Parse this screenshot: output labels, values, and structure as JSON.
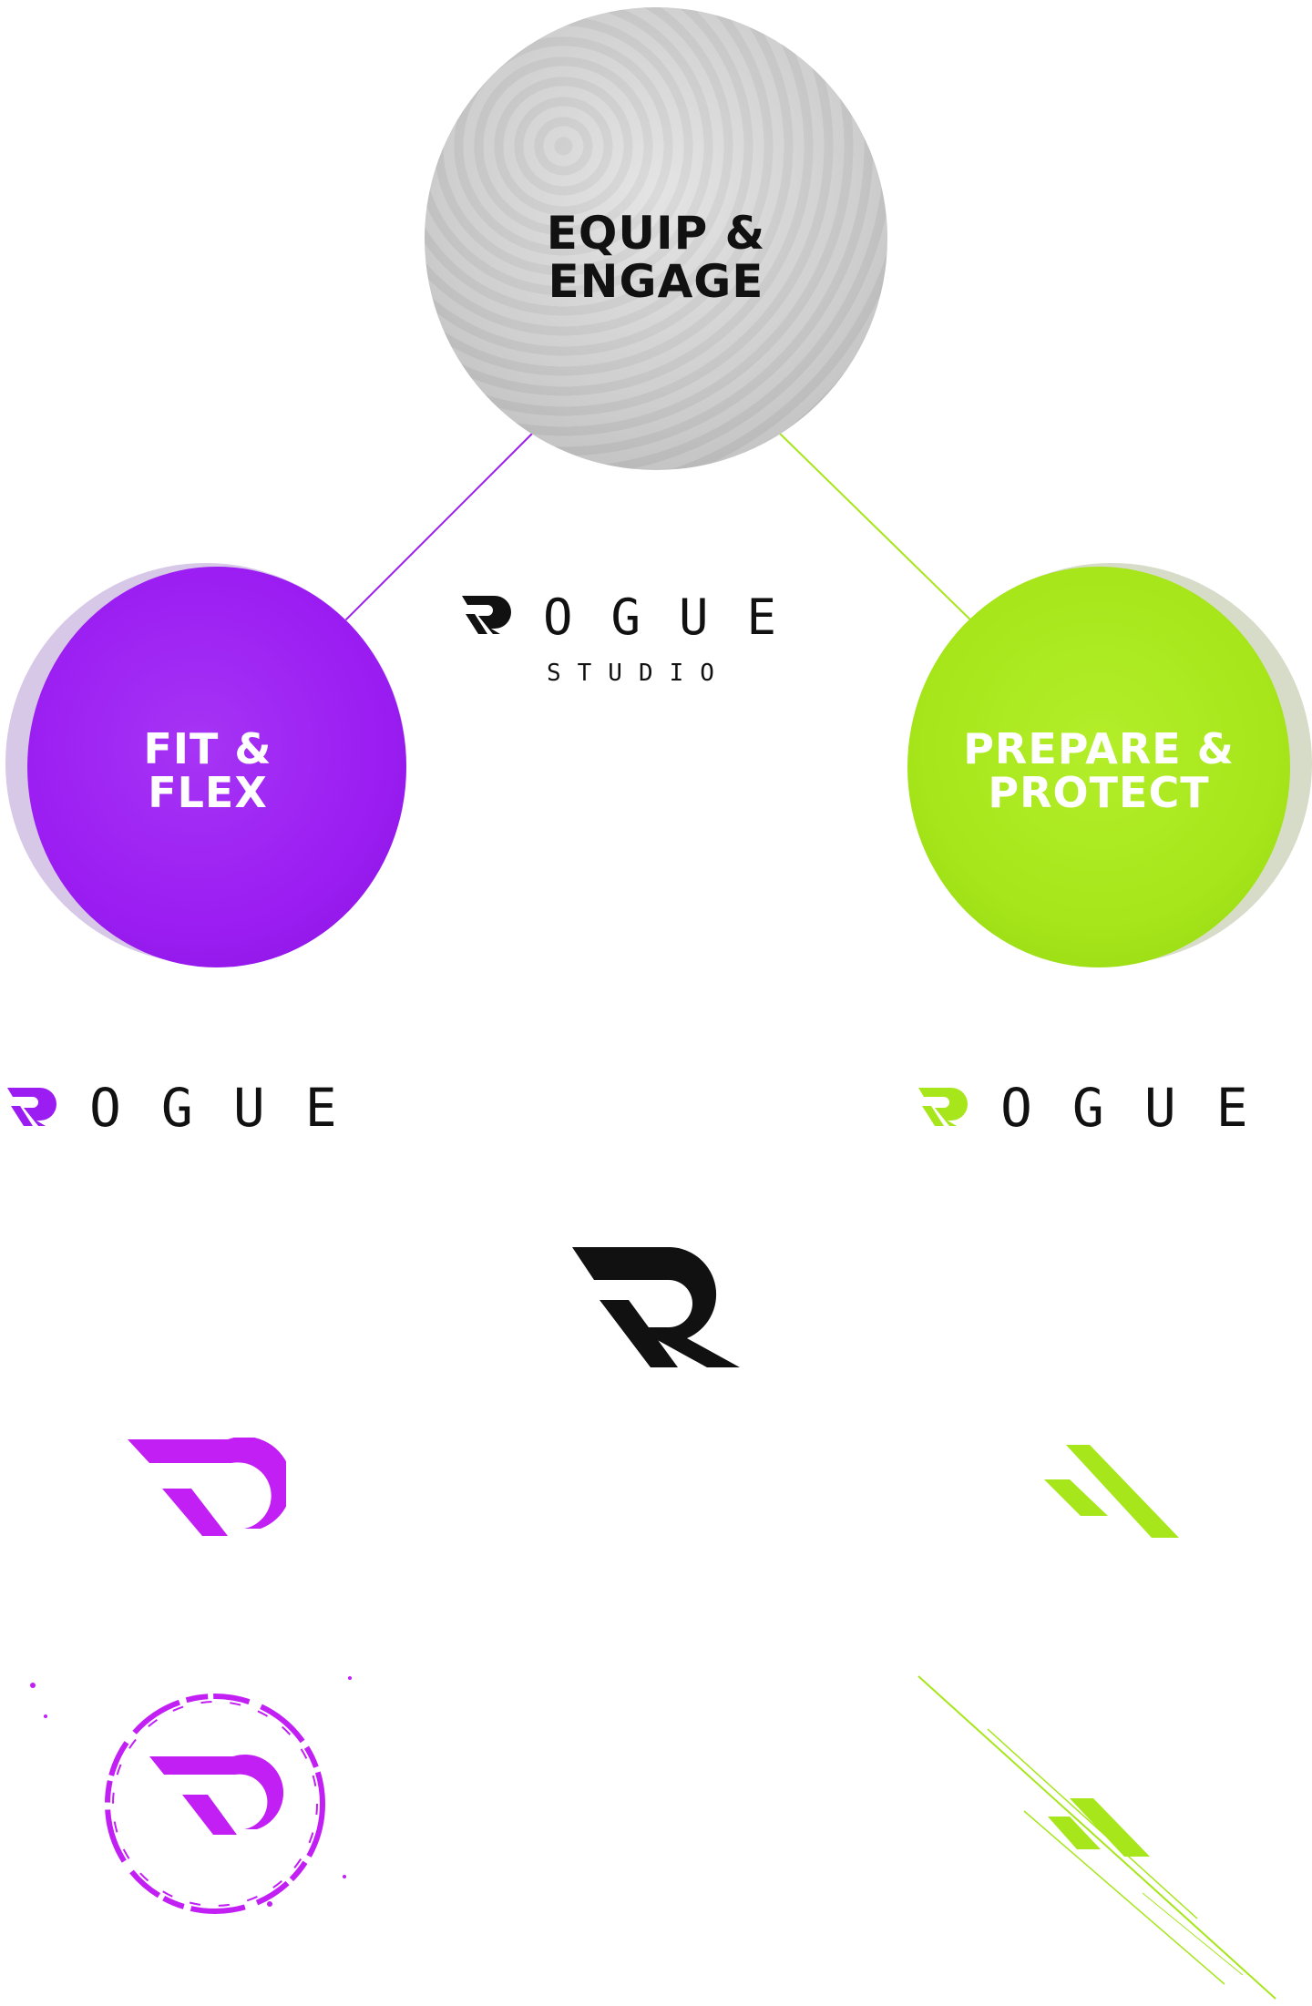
{
  "colors": {
    "purple": "#9b1df2",
    "lime": "#a6e61a",
    "black": "#111111",
    "grey": "#cfcfcf"
  },
  "circles": {
    "top": {
      "line1": "EQUIP &",
      "line2": "ENGAGE"
    },
    "left": {
      "line1": "FIT &",
      "line2": "FLEX"
    },
    "right": {
      "line1": "PREPARE &",
      "line2": "PROTECT"
    }
  },
  "center_logo": {
    "wordmark": "OGUE",
    "subtitle": "STUDIO"
  },
  "left_logo": {
    "wordmark": "OGUE"
  },
  "right_logo": {
    "wordmark": "OGUE"
  },
  "icons": [
    "rogue-r-mark-black-icon",
    "rogue-r-mark-purple-icon",
    "rogue-slash-mark-lime-icon",
    "rogue-r-mark-purple-grunge-icon",
    "rogue-slash-mark-lime-lines-icon"
  ]
}
